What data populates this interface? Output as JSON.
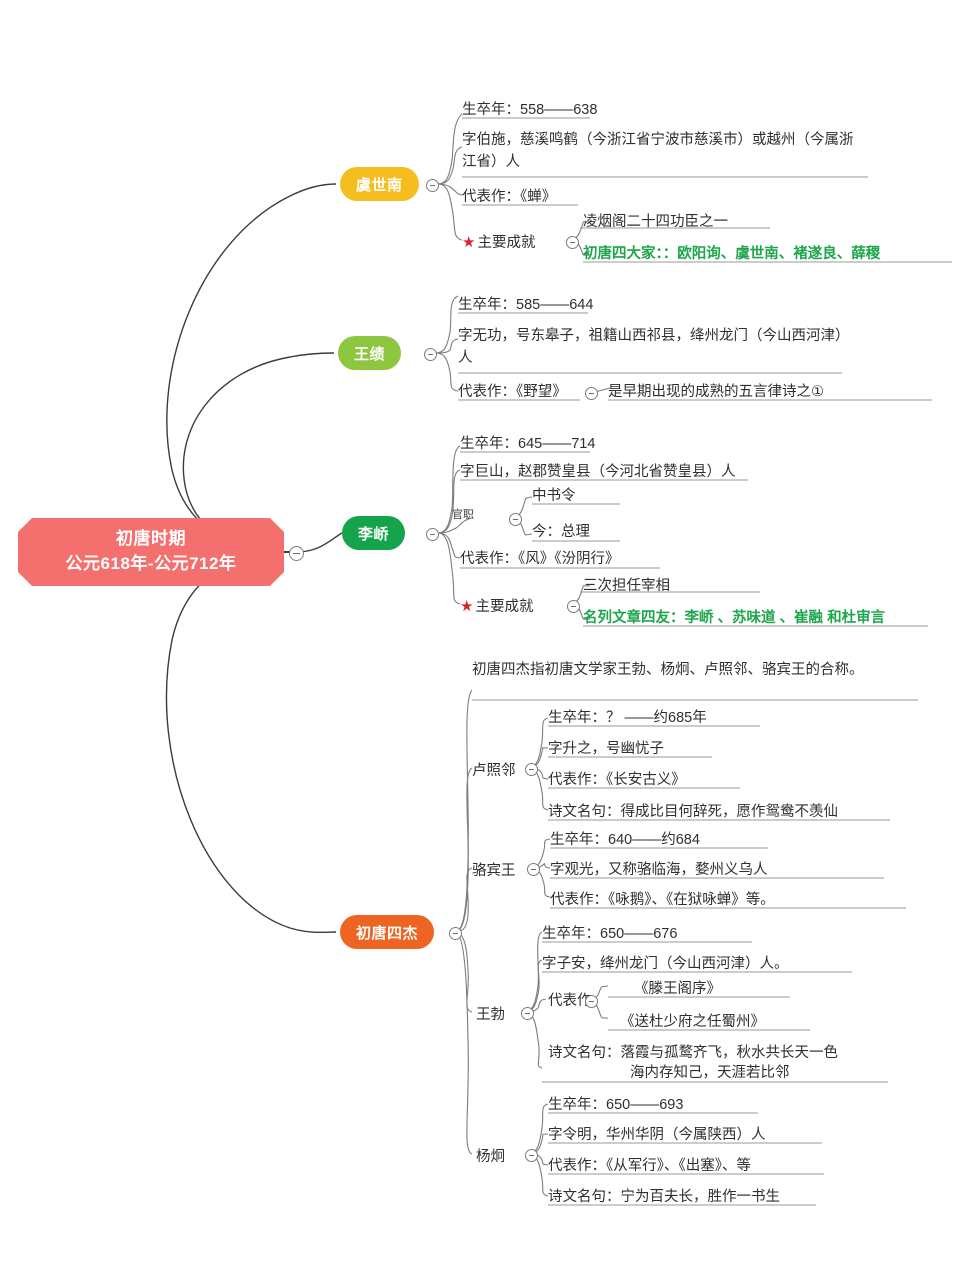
{
  "root": {
    "line1": "初唐时期",
    "line2": "公元618年-公元712年",
    "color": "#F4706E"
  },
  "branches": [
    {
      "id": "yushinan",
      "label": "虞世南",
      "color": "#F5BE1E",
      "items": [
        {
          "text": "生卒年：558——638"
        },
        {
          "text": "字伯施，慈溪鸣鹤（今浙江省宁波市慈溪市）或越州（今属浙江省）人"
        },
        {
          "text": "代表作：《蝉》"
        }
      ],
      "achievement": {
        "label": "主要成就",
        "icon": "star-icon",
        "children": [
          {
            "text": "凌烟阁二十四功臣之一",
            "green": false
          },
          {
            "text": "初唐四大家：：欧阳询、虞世南、褚遂良、薛稷",
            "green": true
          }
        ]
      }
    },
    {
      "id": "wangji",
      "label": "王绩",
      "color": "#8DC63F",
      "items": [
        {
          "text": "生卒年：585——644"
        },
        {
          "text": "字无功，号东皋子，祖籍山西祁县，绛州龙门（今山西河津）人"
        },
        {
          "text": "代表作：《野望》",
          "child": "是早期出现的成熟的五言律诗之①"
        }
      ]
    },
    {
      "id": "liqiao",
      "label": "李峤",
      "color": "#14A44B",
      "items": [
        {
          "text": "生卒年：645——714"
        },
        {
          "text": "字巨山，赵郡赞皇县（今河北省赞皇县）人"
        },
        {
          "text": "官职",
          "small": true,
          "children": [
            "中书令",
            "今：总理"
          ]
        },
        {
          "text": "代表作：《风》《汾阴行》"
        }
      ],
      "achievement": {
        "label": "主要成就",
        "icon": "star-icon",
        "children": [
          {
            "text": "三次担任宰相",
            "green": false
          },
          {
            "text": "名列文章四友：李峤 、苏味道 、崔融  和杜审言",
            "green": true
          }
        ]
      }
    },
    {
      "id": "chutangsijie",
      "label": "初唐四杰",
      "color": "#EE6422",
      "intro": "初唐四杰指初唐文学家王勃、杨炯、卢照邻、骆宾王的合称。",
      "people": [
        {
          "name": "卢照邻",
          "items": [
            "生卒年：？ ——约685年",
            "字升之，号幽忧子",
            "代表作：《长安古义》",
            "诗文名句：得成比目何辞死，愿作鸳鸯不羡仙"
          ]
        },
        {
          "name": "骆宾王",
          "items": [
            "生卒年：640——约684",
            "字观光，又称骆临海，婺州义乌人",
            "代表作：《咏鹅》、《在狱咏蝉》等。"
          ]
        },
        {
          "name": "王勃",
          "items": [
            "生卒年：650——676",
            "字子安，绛州龙门（今山西河津）人。"
          ],
          "works_label": "代表作",
          "works": [
            "《滕王阁序》",
            "《送杜少府之任蜀州》"
          ],
          "quote_line1": "诗文名句：落霞与孤鹜齐飞，秋水共长天一色",
          "quote_line2": "海内存知己，天涯若比邻"
        },
        {
          "name": "杨炯",
          "items": [
            "生卒年：650——693",
            "字令明，华州华阴（今属陕西）人",
            "代表作：《从军行》、《出塞》、等",
            "诗文名句：宁为百夫长，胜作一书生"
          ]
        }
      ]
    }
  ]
}
